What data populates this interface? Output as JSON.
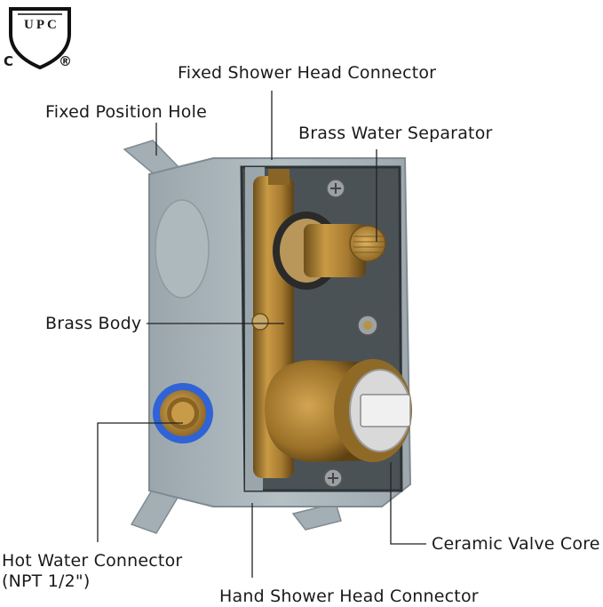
{
  "logo": {
    "seal_text": "UPC",
    "left_mark": "C",
    "right_mark": "®"
  },
  "callouts": {
    "fixed_shower_head_connector": "Fixed Shower Head Connector",
    "fixed_position_hole": "Fixed Position Hole",
    "brass_water_separator": "Brass Water Separator",
    "brass_body": "Brass Body",
    "ceramic_valve_core": "Ceramic Valve Core",
    "hot_water_connector": "Hot Water Connector\n(NPT 1/2\")",
    "hand_shower_head_connector": "Hand Shower Head Connector"
  },
  "colors": {
    "housing": "#a9b5bb",
    "housing_dark": "#8a979d",
    "inner": "#4a5054",
    "brass": "#b98c3c",
    "brass_dark": "#7a5a1f",
    "seal_ring": "#2f63d6",
    "leader": "#222222"
  }
}
